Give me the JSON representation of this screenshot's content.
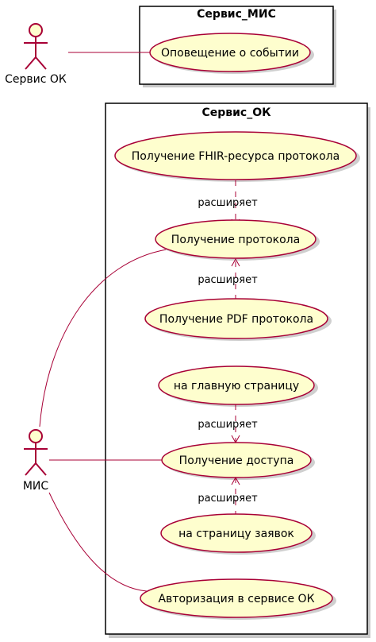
{
  "packages": {
    "mis": {
      "title": "Сервис_МИС"
    },
    "ok": {
      "title": "Сервис_ОК"
    }
  },
  "actors": {
    "service_ok": "Сервис ОК",
    "mis": "МИС"
  },
  "usecases": {
    "event_notification": "Оповещение о событии",
    "get_fhir_resource": "Получение FHIR-ресурса протокола",
    "get_protocol": "Получение протокола",
    "get_pdf_protocol": "Получение PDF протокола",
    "to_main_page": "на главную страницу",
    "get_access": "Получение доступа",
    "to_requests_page": "на страницу заявок",
    "auth_in_ok": "Авторизация в сервисе ОК"
  },
  "relations": {
    "extends_label": "расширяет"
  },
  "colors": {
    "usecase_fill": "#FEFECE",
    "border": "#A80036"
  }
}
